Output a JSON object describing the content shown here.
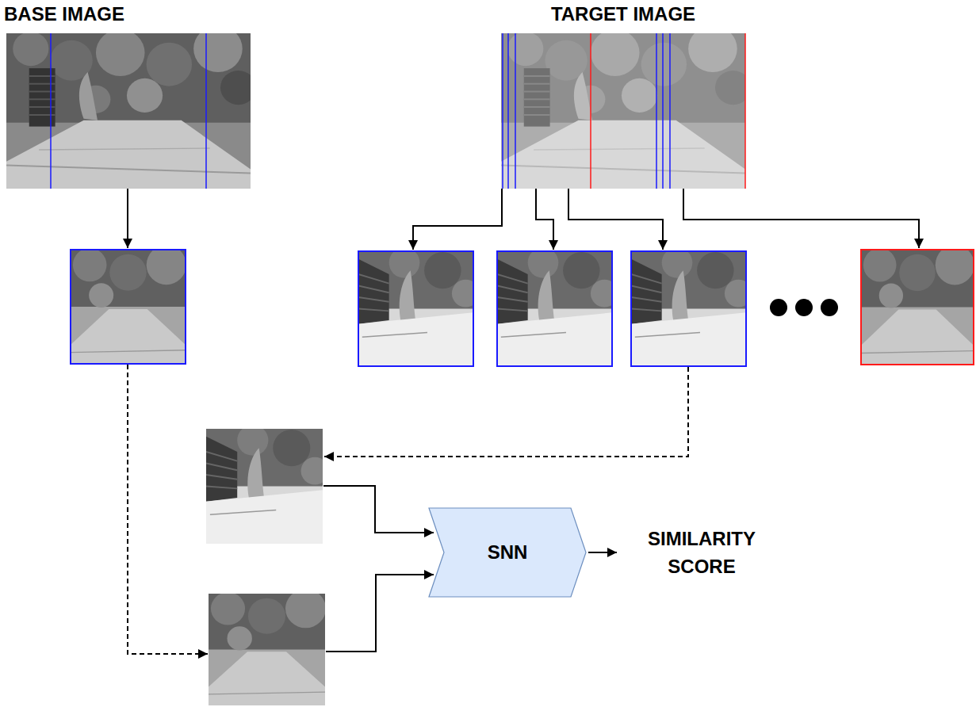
{
  "diagram": {
    "nodes": [
      {
        "text": [
          "BASE IMAGE"
        ]
      },
      {
        "text": [
          "TARGET IMAGE"
        ]
      },
      {
        "text": [
          "SNN"
        ]
      }
    ],
    "labels": [
      "SIMILARITY SCORE"
    ]
  }
}
